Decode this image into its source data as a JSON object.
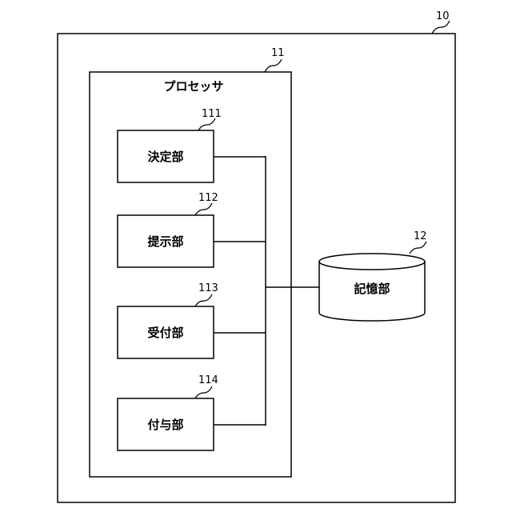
{
  "device": {
    "ref": "10"
  },
  "processor": {
    "ref": "11",
    "label": "プロセッサ",
    "units": [
      {
        "ref": "111",
        "label": "決定部"
      },
      {
        "ref": "112",
        "label": "提示部"
      },
      {
        "ref": "113",
        "label": "受付部"
      },
      {
        "ref": "114",
        "label": "付与部"
      }
    ]
  },
  "storage": {
    "ref": "12",
    "label": "記憶部"
  }
}
